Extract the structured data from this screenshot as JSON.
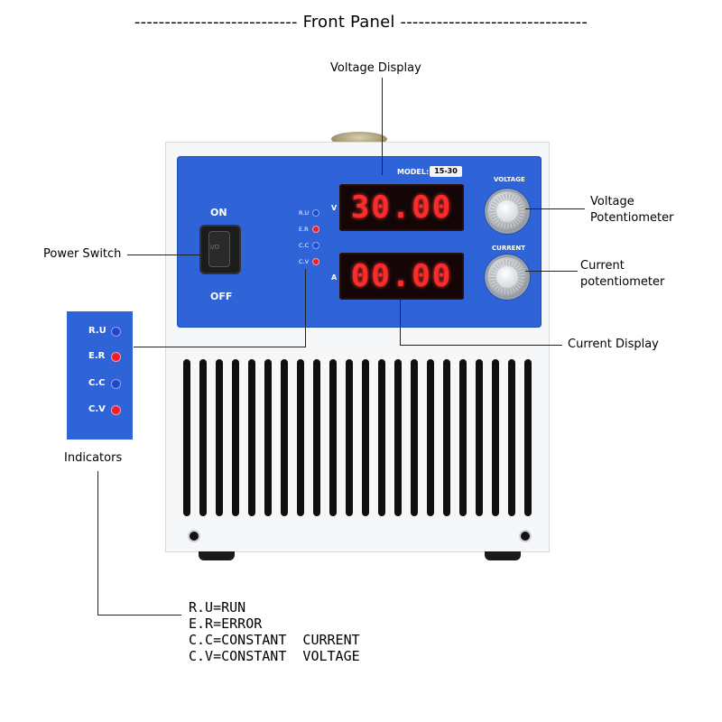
{
  "title": "--------------------------- Front Panel -------------------------------",
  "callouts": {
    "voltage_display": "Voltage Display",
    "voltage_potentiometer_line1": "Voltage",
    "voltage_potentiometer_line2": "Potentiometer",
    "power_switch": "Power Switch",
    "current_potentiometer_line1": "Current",
    "current_potentiometer_line2": "potentiometer",
    "current_display": "Current Display",
    "indicators": "Indicators"
  },
  "panel": {
    "on_label": "ON",
    "off_label": "OFF",
    "model_label": "MODEL:",
    "model_value": "15-30",
    "voltage_unit": "V",
    "current_unit": "A",
    "voltage_reading": "30.00",
    "current_reading": "00.00",
    "voltage_knob_label": "VOLTAGE",
    "current_knob_label": "CURRENT",
    "switch_mark": "I/O",
    "indicators": [
      {
        "label": "R.U",
        "color": "#1f47c7"
      },
      {
        "label": "E.R",
        "color": "#ee2030"
      },
      {
        "label": "C.C",
        "color": "#1f47c7"
      },
      {
        "label": "C.V",
        "color": "#ee2030"
      }
    ]
  },
  "legend": [
    "R.U=RUN",
    "E.R=ERROR",
    "C.C=CONSTANT  CURRENT",
    "C.V=CONSTANT  VOLTAGE"
  ],
  "colors": {
    "panel_blue": "#2f64d9",
    "display_red": "#ff2a2a",
    "led_red": "#ee2030",
    "led_blue": "#1f47c7"
  }
}
